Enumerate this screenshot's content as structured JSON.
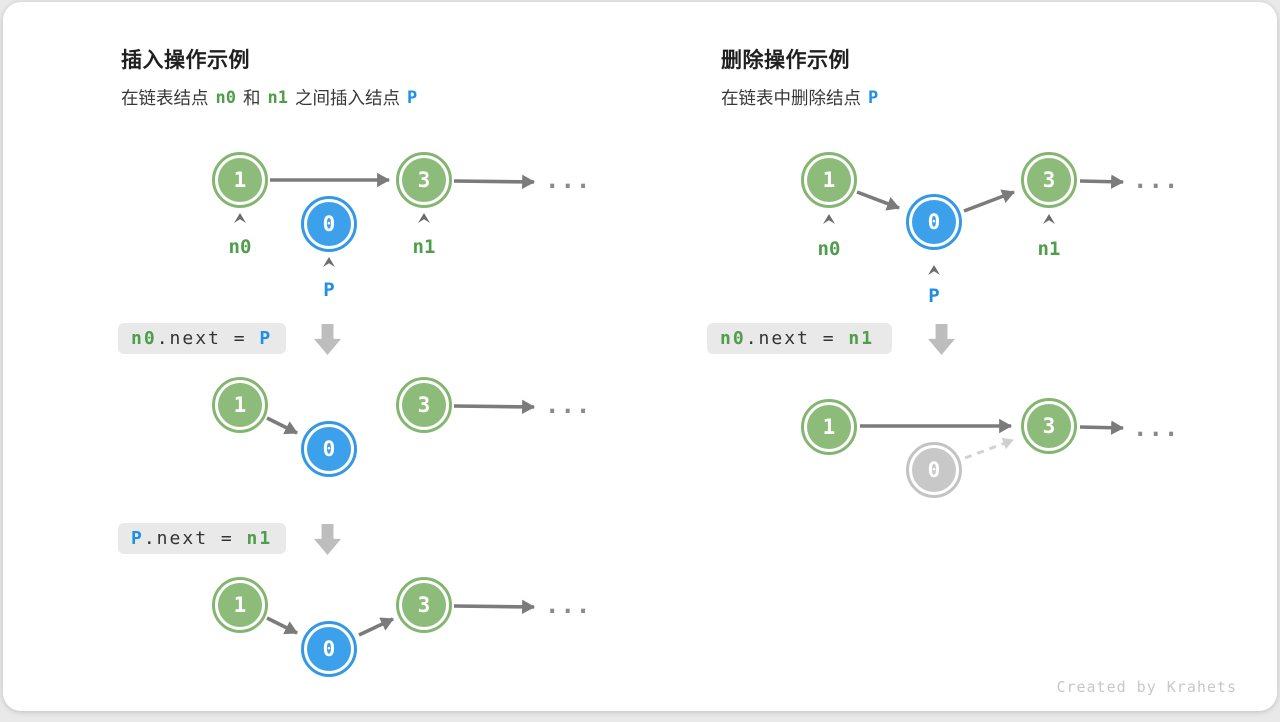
{
  "credit": "Created by Krahets",
  "insert": {
    "title": "插入操作示例",
    "subtitle": {
      "seg1": "在链表结点",
      "tok1": "n0",
      "seg2": "和",
      "tok2": "n1",
      "seg3": "之间插入结点",
      "tok3": "P"
    },
    "node_values": {
      "first": "1",
      "inserted": "0",
      "second": "3"
    },
    "pointer_labels": {
      "n0": "n0",
      "n1": "n1",
      "p": "P"
    },
    "code_step1": {
      "lhs": "n0",
      "op": ".next = ",
      "rhs": "P"
    },
    "code_step2": {
      "lhs": "P",
      "op": ".next = ",
      "rhs": "n1"
    },
    "ellipsis": "..."
  },
  "delete": {
    "title": "删除操作示例",
    "subtitle": {
      "seg1": "在链表中删除结点",
      "tok1": "P"
    },
    "node_values": {
      "first": "1",
      "removed": "0",
      "second": "3"
    },
    "pointer_labels": {
      "n0": "n0",
      "n1": "n1",
      "p": "P"
    },
    "code_step1": {
      "lhs": "n0",
      "op": ".next = ",
      "rhs": "n1"
    },
    "ellipsis": "..."
  },
  "colors": {
    "node_green": "#8cbb7a",
    "node_blue": "#3da0ea",
    "node_gray": "#c8c8c8",
    "label_green": "#4f9e4c",
    "label_blue": "#1e8fe3",
    "arrow_gray": "#7b7b7b",
    "dashed_gray": "#d2d2d2",
    "code_box_bg": "#e9e9e9",
    "block_arrow": "#bdbdbd"
  }
}
